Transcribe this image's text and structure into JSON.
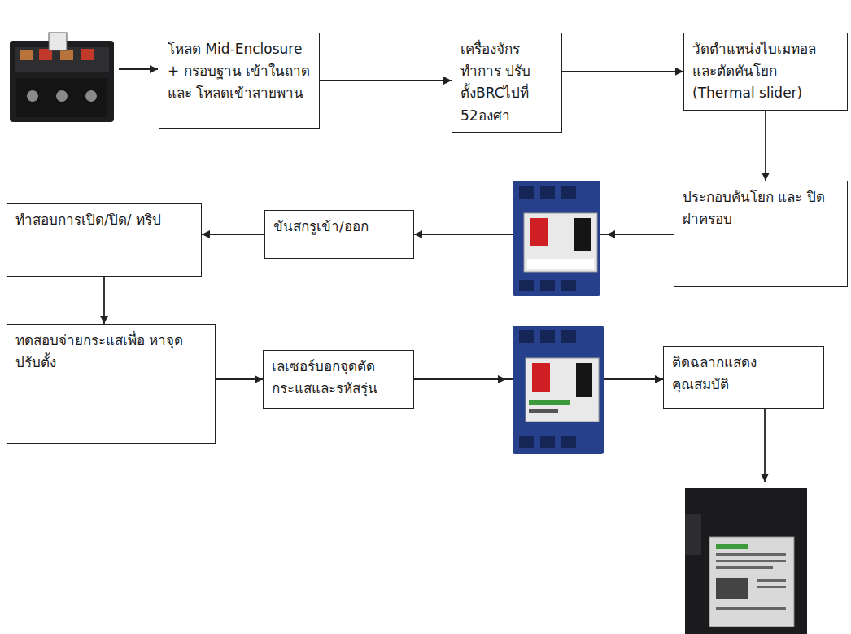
{
  "diagram": {
    "nodes": [
      {
        "text": [
          "โหลด Mid-Enclosure + กรอบฐาน เข้าในถาดและ โหลดเข้าสายพาน"
        ]
      },
      {
        "text": [
          "เครื่องจักรทำการ ปรับตั้งBRCไปที่ 52องศา"
        ]
      },
      {
        "text": [
          "วัดตำแหน่งไบเมทอล และตัดคันโยก (Thermal slider)"
        ]
      },
      {
        "text": [
          "ประกอบคันโยก และ ปิดฝาครอบ"
        ]
      },
      {
        "text": [
          "ขันสกรูเข้า/ออก"
        ]
      },
      {
        "text": [
          "ทำสอบการเปิด/ปิด/ ทริป"
        ]
      },
      {
        "text": [
          "ทดสอบจ่ายกระแสเพื่อ หาจุดปรับตั้ง"
        ]
      },
      {
        "text": [
          "เลเซอร์บอกจุดตัด กระแสและรหัสรุ่น"
        ]
      },
      {
        "text": [
          "ติดฉลากแสดง คุณสมบัติ"
        ]
      }
    ],
    "edges": [
      {
        "from": 0,
        "to": 1,
        "arrow": "to"
      },
      {
        "from": 1,
        "to": 2,
        "arrow": "to"
      },
      {
        "from": 2,
        "to": 3,
        "arrow": "to"
      },
      {
        "from": 3,
        "to": 4,
        "arrow": "to"
      },
      {
        "from": 4,
        "to": 5,
        "arrow": "to"
      },
      {
        "from": 5,
        "to": 6,
        "arrow": "to"
      },
      {
        "from": 6,
        "to": 7,
        "arrow": "to"
      },
      {
        "from": 7,
        "to": 8,
        "arrow": "to"
      }
    ]
  }
}
